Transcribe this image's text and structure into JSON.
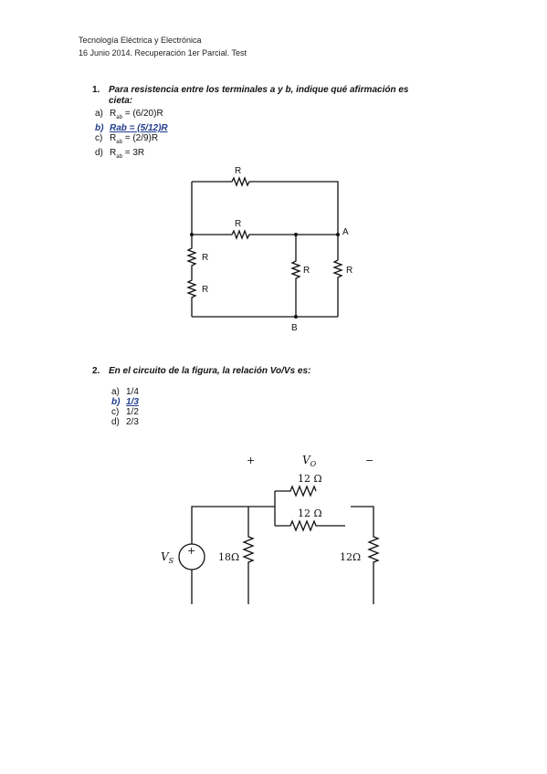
{
  "header": {
    "line1": "Tecnología Eléctrica y Electrónica",
    "line2": "16 Junio 2014. Recuperación 1er Parcial. Test"
  },
  "q1": {
    "number": "1.",
    "text_line1": "Para resistencia entre los terminales a y b, indique qué afirmación es",
    "text_line2": "cieta:",
    "options": [
      {
        "letter": "a)",
        "text": "R",
        "sub": "ab",
        "rest": " = (6/20)R"
      },
      {
        "letter": "b)",
        "text": "Rab = (5/12)R"
      },
      {
        "letter": "c)",
        "text": "R",
        "sub": "ab",
        "rest": " = (2/9)R"
      },
      {
        "letter": "d)",
        "text": "R",
        "sub": "ab",
        "rest": " = 3R"
      }
    ],
    "circuit": {
      "resistor_label": "R",
      "node_a": "A",
      "node_b": "B"
    }
  },
  "q2": {
    "number": "2.",
    "text": "En el circuito de la figura, la relación Vo/Vs es:",
    "options": [
      {
        "letter": "a)",
        "text": "1/4"
      },
      {
        "letter": "b)",
        "text": "1/3"
      },
      {
        "letter": "c)",
        "text": "1/2"
      },
      {
        "letter": "d)",
        "text": "2/3"
      }
    ],
    "circuit": {
      "plus": "+",
      "minus": "−",
      "vo_main": "V",
      "vo_sub": "O",
      "r_top": "12 Ω",
      "r_mid": "12 Ω",
      "r_left": "18Ω",
      "r_right": "12Ω",
      "vs_main": "V",
      "vs_sub": "S",
      "source_sign": "+"
    }
  }
}
